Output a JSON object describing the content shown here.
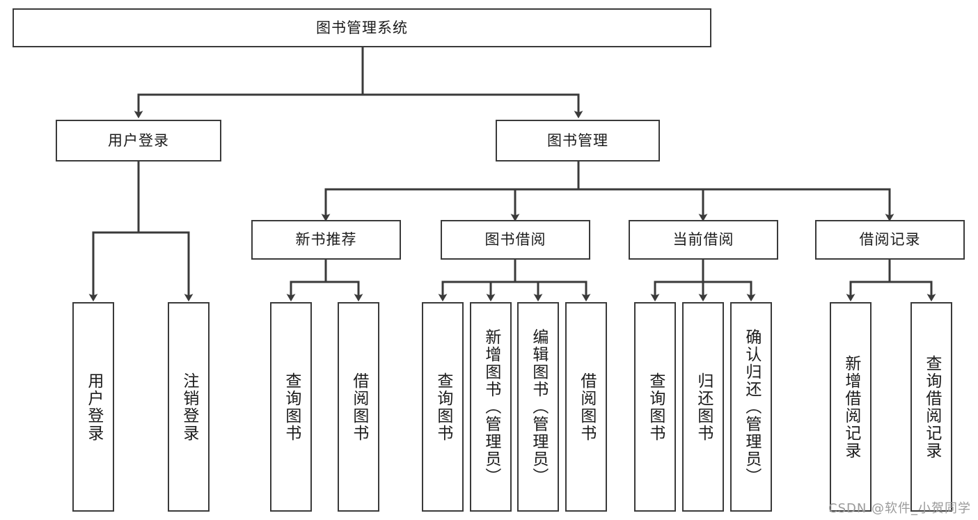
{
  "diagram": {
    "title": "图书管理系统",
    "type": "hierarchy-tree",
    "watermark": "CSDN @软件_小贺同学",
    "colors": {
      "line": "#3a3a3a",
      "box_border": "#3a3a3a",
      "box_fill": "#ffffff",
      "text": "#1b1b1b",
      "background": "#ffffff",
      "watermark": "#9a9a9a"
    },
    "levels": {
      "root": {
        "label": "图书管理系统"
      },
      "level2": [
        {
          "label": "用户登录"
        },
        {
          "label": "图书管理"
        }
      ],
      "level3": [
        {
          "label": "新书推荐"
        },
        {
          "label": "图书借阅"
        },
        {
          "label": "当前借阅"
        },
        {
          "label": "借阅记录"
        }
      ],
      "leaves": {
        "user_login": [
          {
            "label": "用户登录"
          },
          {
            "label": "注销登录"
          }
        ],
        "new_book_recommend": [
          {
            "label": "查询图书"
          },
          {
            "label": "借阅图书"
          }
        ],
        "book_borrow": [
          {
            "label": "查询图书"
          },
          {
            "label": "新增图书（管理员）"
          },
          {
            "label": "编辑图书（管理员）"
          },
          {
            "label": "借阅图书"
          }
        ],
        "current_borrow": [
          {
            "label": "查询图书"
          },
          {
            "label": "归还图书"
          },
          {
            "label": "确认归还（管理员）"
          }
        ],
        "borrow_records": [
          {
            "label": "新增借阅记录"
          },
          {
            "label": "查询借阅记录"
          }
        ]
      }
    }
  }
}
